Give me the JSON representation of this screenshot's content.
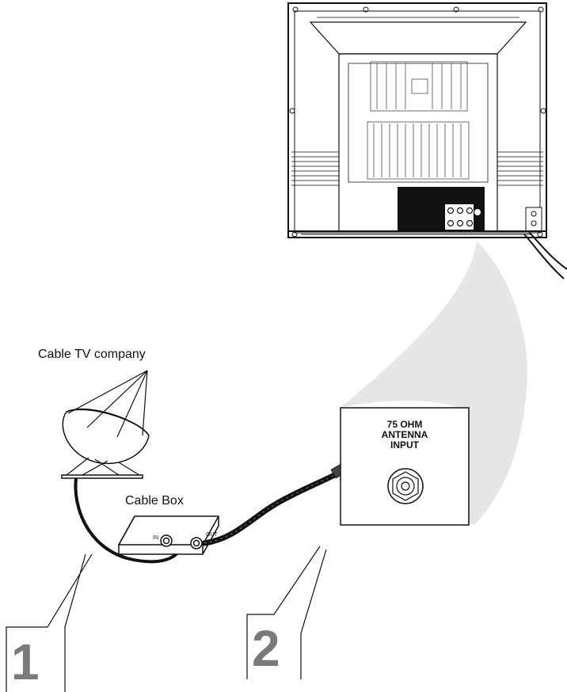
{
  "labels": {
    "cable_company": "Cable TV company",
    "cable_box": "Cable Box",
    "jack_in": "IN",
    "jack_out": "OUT"
  },
  "antenna_panel": {
    "line1": "75 OHM",
    "line2": "ANTENNA",
    "line3": "INPUT"
  },
  "steps": [
    "1",
    "2"
  ],
  "colors": {
    "line": "#111111",
    "callout_zoom": "#e6e6e6",
    "step_number": "#7a7a7a"
  }
}
